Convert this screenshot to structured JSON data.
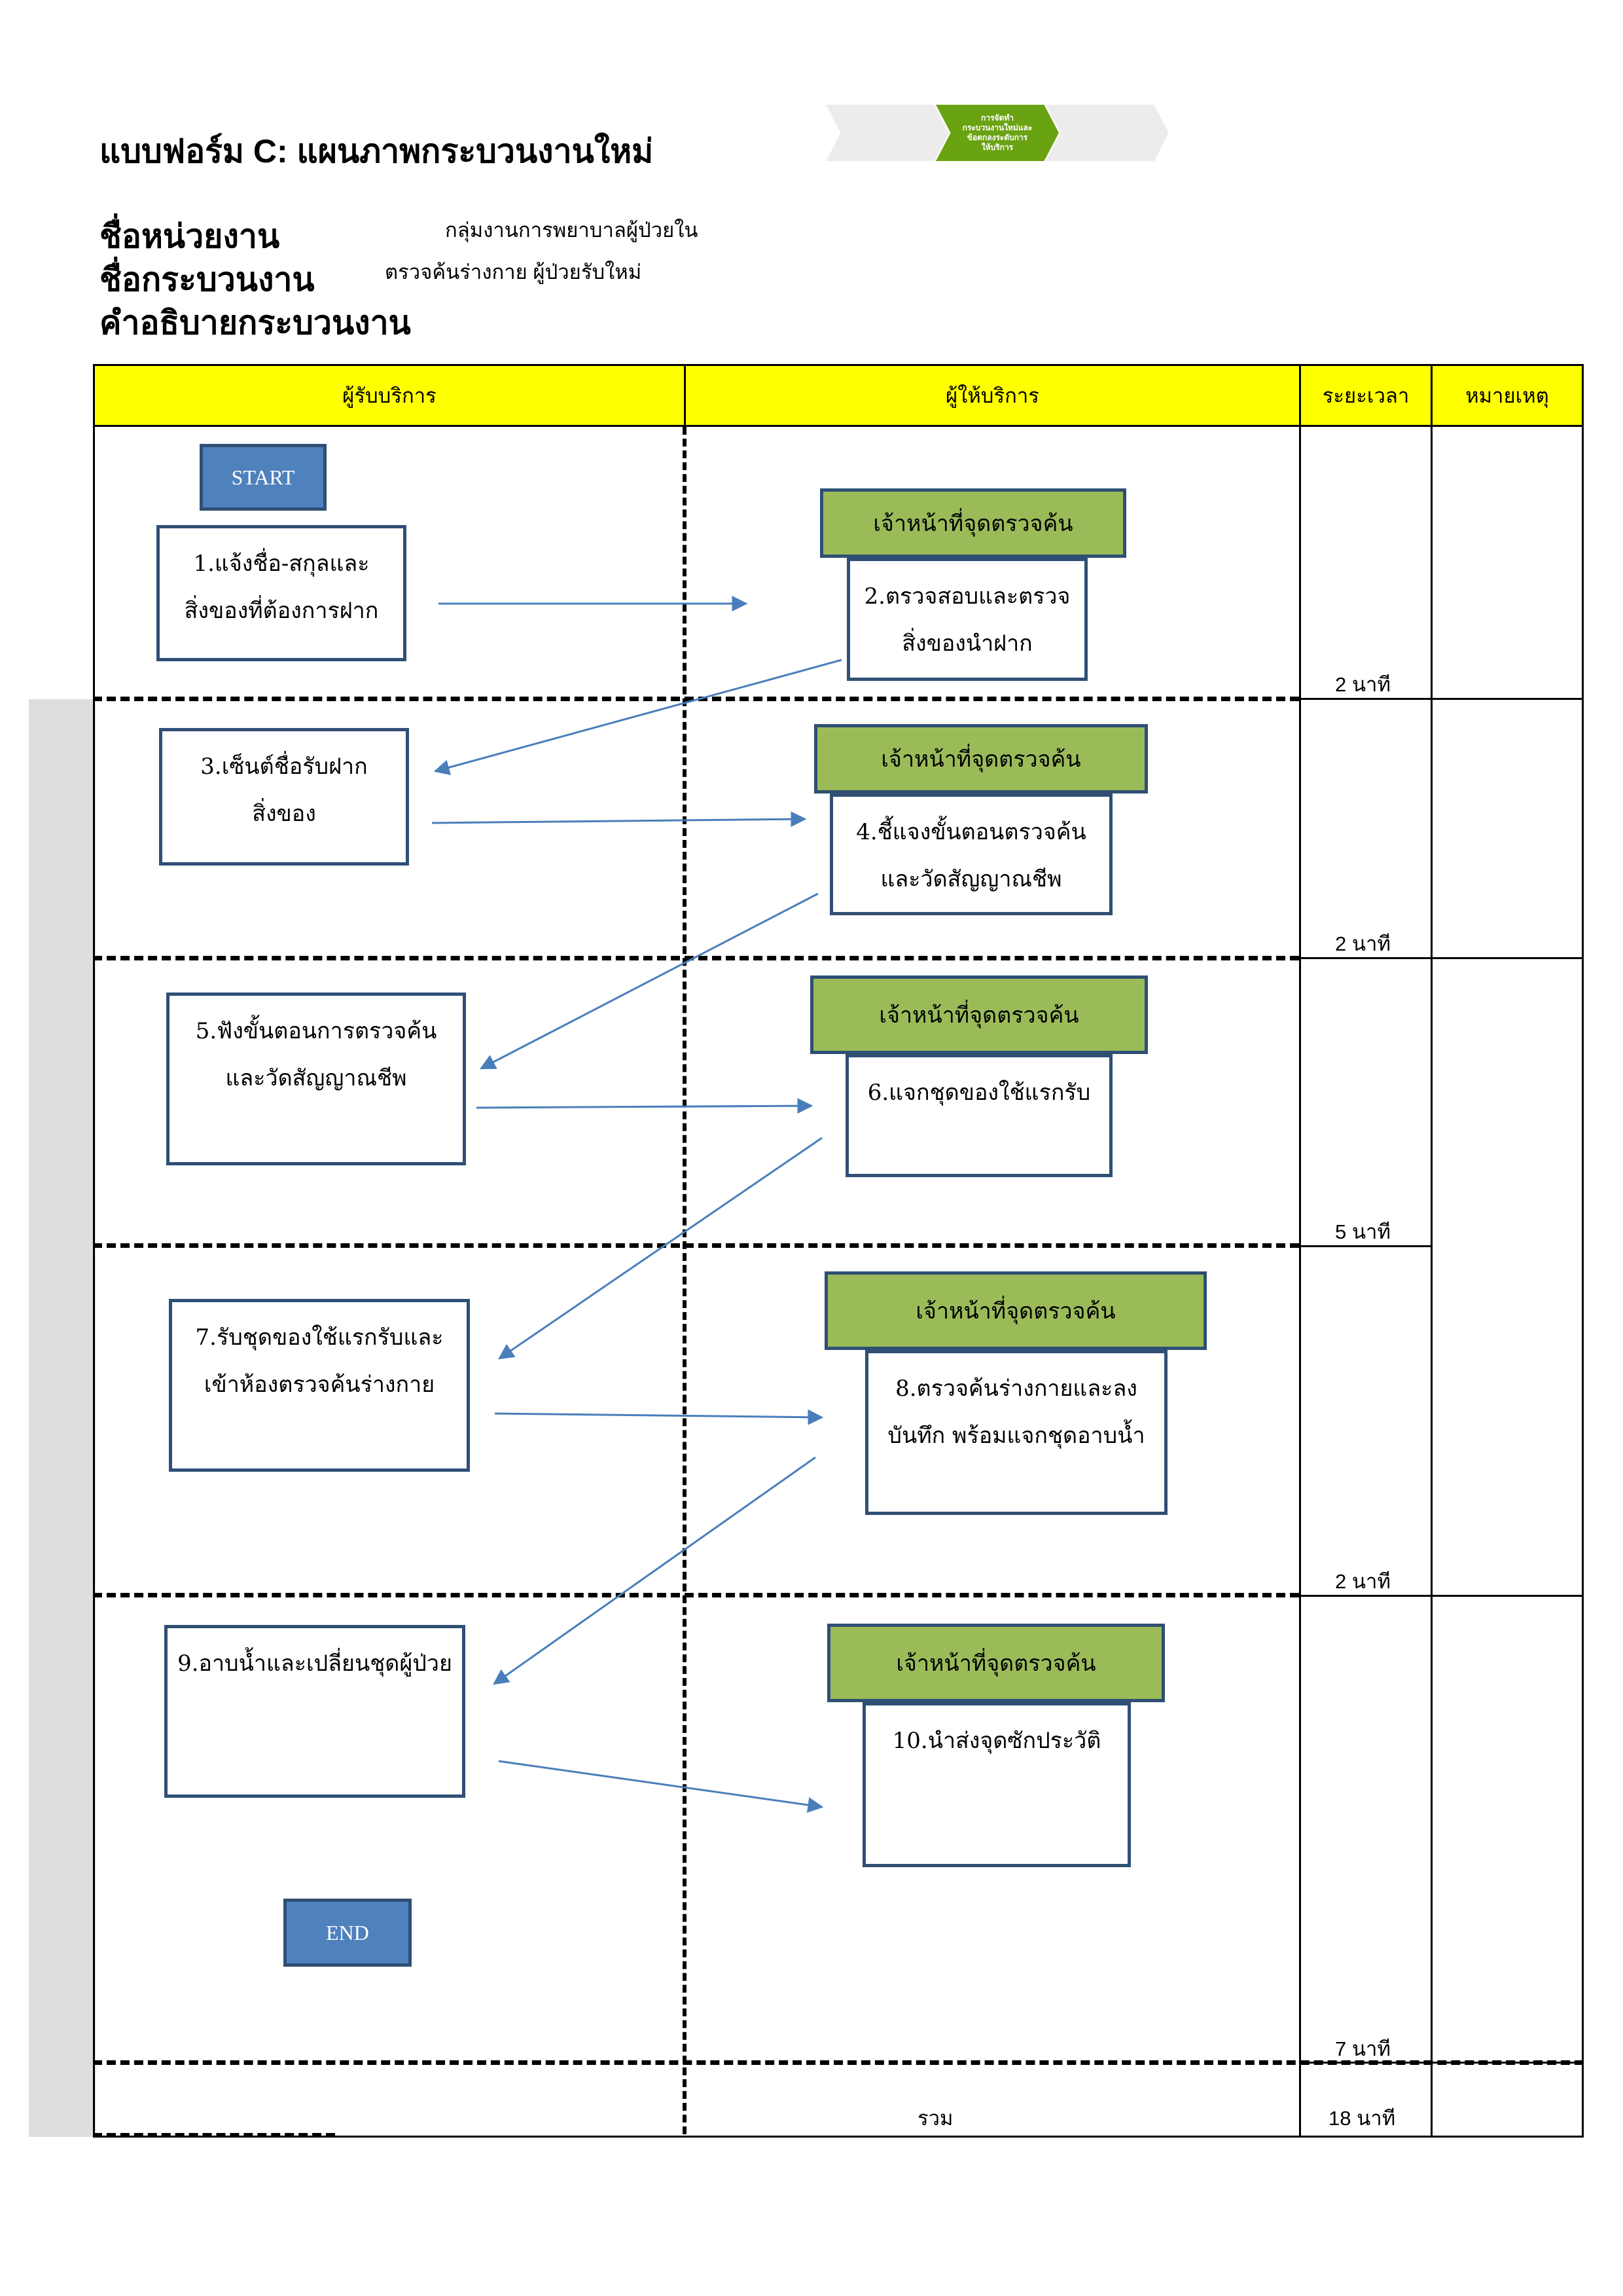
{
  "form_title": "แบบฟอร์ม C: แผนภาพกระบวนงานใหม่",
  "progress_chevrons": [
    {
      "lines": [
        "",
        "",
        ""
      ],
      "active": false
    },
    {
      "lines": [
        "การจัดทำ",
        "กระบวนงานใหม่และ",
        "ข้อตกลงระดับการ",
        "ให้บริการ"
      ],
      "active": true
    },
    {
      "lines": [
        "",
        "",
        ""
      ],
      "active": false
    }
  ],
  "meta": {
    "unit_label": "ชื่อหน่วยงาน",
    "unit_value": "กลุ่มงานการพยาบาลผู้ป่วยใน",
    "process_label": "ชื่อกระบวนงาน",
    "process_value": "ตรวจค้นร่างกาย ผู้ป่วยรับใหม่",
    "description_label": "คำอธิบายกระบวนงาน"
  },
  "table_headers": {
    "receiver": "ผู้รับบริการ",
    "provider": "ผู้ให้บริการ",
    "duration": "ระยะเวลา",
    "remarks": "หมายเหตุ"
  },
  "start_label": "START",
  "end_label": "END",
  "staff_label": "เจ้าหน้าที่จุดตรวจค้น",
  "steps": {
    "s1": [
      "1.แจ้งชื่อ-สกุลและ",
      "สิ่งของที่ต้องการฝาก"
    ],
    "s2": [
      "2.ตรวจสอบและตรวจ",
      "สิ่งของนำฝาก"
    ],
    "s3": [
      "3.เซ็นต์ชื่อรับฝาก",
      "สิ่งของ"
    ],
    "s4": [
      "4.ชี้แจงขั้นตอนตรวจค้น",
      "และวัดสัญญาณชีพ"
    ],
    "s5": [
      "5.ฟังขั้นตอนการตรวจค้น",
      "และวัดสัญญาณชีพ"
    ],
    "s6": [
      "6.แจกชุดของใช้แรกรับ"
    ],
    "s7": [
      "7.รับชุดของใช้แรกรับและ",
      "เข้าห้องตรวจค้นร่างกาย"
    ],
    "s8": [
      "8.ตรวจค้นร่างกายและลง",
      "บันทึก พร้อมแจกชุดอาบน้ำ"
    ],
    "s9": [
      "9.อาบน้ำและเปลี่ยนชุดผู้ป่วย"
    ],
    "s10": [
      "10.นำส่งจุดซักประวัติ"
    ]
  },
  "durations": [
    "2 นาที",
    "2 นาที",
    "5 นาที",
    "2 นาที",
    "7 นาที"
  ],
  "total_label": "รวม",
  "total_duration": "18 นาที",
  "colors": {
    "header_fill": "#ffff00",
    "staff_fill": "#9bbb59",
    "box_border": "#2f4f75",
    "terminal_fill": "#4f81bd",
    "arrow": "#4a7ebb",
    "chevron_active": "#6aa312"
  }
}
